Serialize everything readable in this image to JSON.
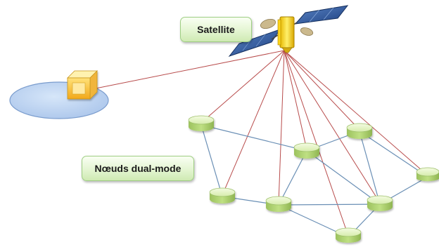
{
  "labels": {
    "satellite": "Satellite",
    "nodes": "Nœuds dual-mode"
  },
  "colors": {
    "satellite_link": "#b84c4c",
    "mesh_link": "#6a8fb5",
    "node_top": "#dff1b8",
    "node_side": "#a8cf6a",
    "ground_zone": "#bcd3f0",
    "gateway": "#f7c640",
    "label_border": "#9fcf83"
  },
  "icons": [
    "satellite-icon",
    "gateway-box-icon",
    "ground-zone-ellipse",
    "network-node-disc"
  ]
}
